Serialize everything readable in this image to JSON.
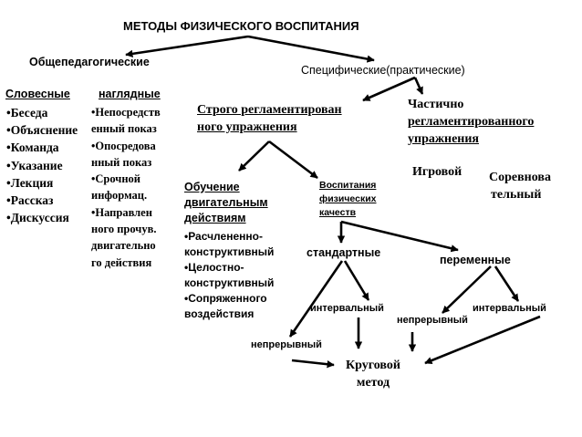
{
  "title": "МЕТОДЫ ФИЗИЧЕСКОГО  ВОСПИТАНИЯ",
  "general": {
    "label": "Общепедагогические",
    "verbal": {
      "label": "Словесные",
      "items": [
        "•Беседа",
        "•Объяснение",
        "•Команда",
        "•Указание",
        "•Лекция",
        "•Рассказ",
        "•Дискуссия"
      ]
    },
    "visual": {
      "label": "наглядные",
      "items": [
        "•Непосредств",
        "енный показ",
        "•Опосредова",
        "нный показ",
        "•Срочной",
        "информац.",
        "•Направлен",
        "ного прочув.",
        "двигательно",
        "го действия"
      ]
    }
  },
  "specific": {
    "label": "Специфические(практические)",
    "strict": {
      "label_lines": [
        "Строго регламентирован",
        "ного упражнения"
      ],
      "teaching": {
        "label_lines": [
          "Обучение",
          "двигательным",
          "действиям"
        ],
        "items": [
          "•Расчлененно-",
          "конструктивный",
          "•Целостно-",
          "конструктивный",
          "•Сопряженного",
          "воздействия"
        ]
      },
      "qualities": {
        "label_lines": [
          "Воспитания",
          "физических",
          "качеств"
        ],
        "standard": "стандартные",
        "variable": "переменные",
        "interval_left": "интервальный",
        "continuous_left": "непрерывный",
        "continuous_right": "непрерывный",
        "interval_right": "интервальный",
        "circuit_lines": [
          "Круговой",
          "метод"
        ]
      }
    },
    "partial": {
      "label_lines": [
        "Частично",
        "регламентированного",
        "упражнения"
      ],
      "game": "Игровой",
      "competitive_lines": [
        "Соревнова",
        "тельный"
      ]
    }
  }
}
